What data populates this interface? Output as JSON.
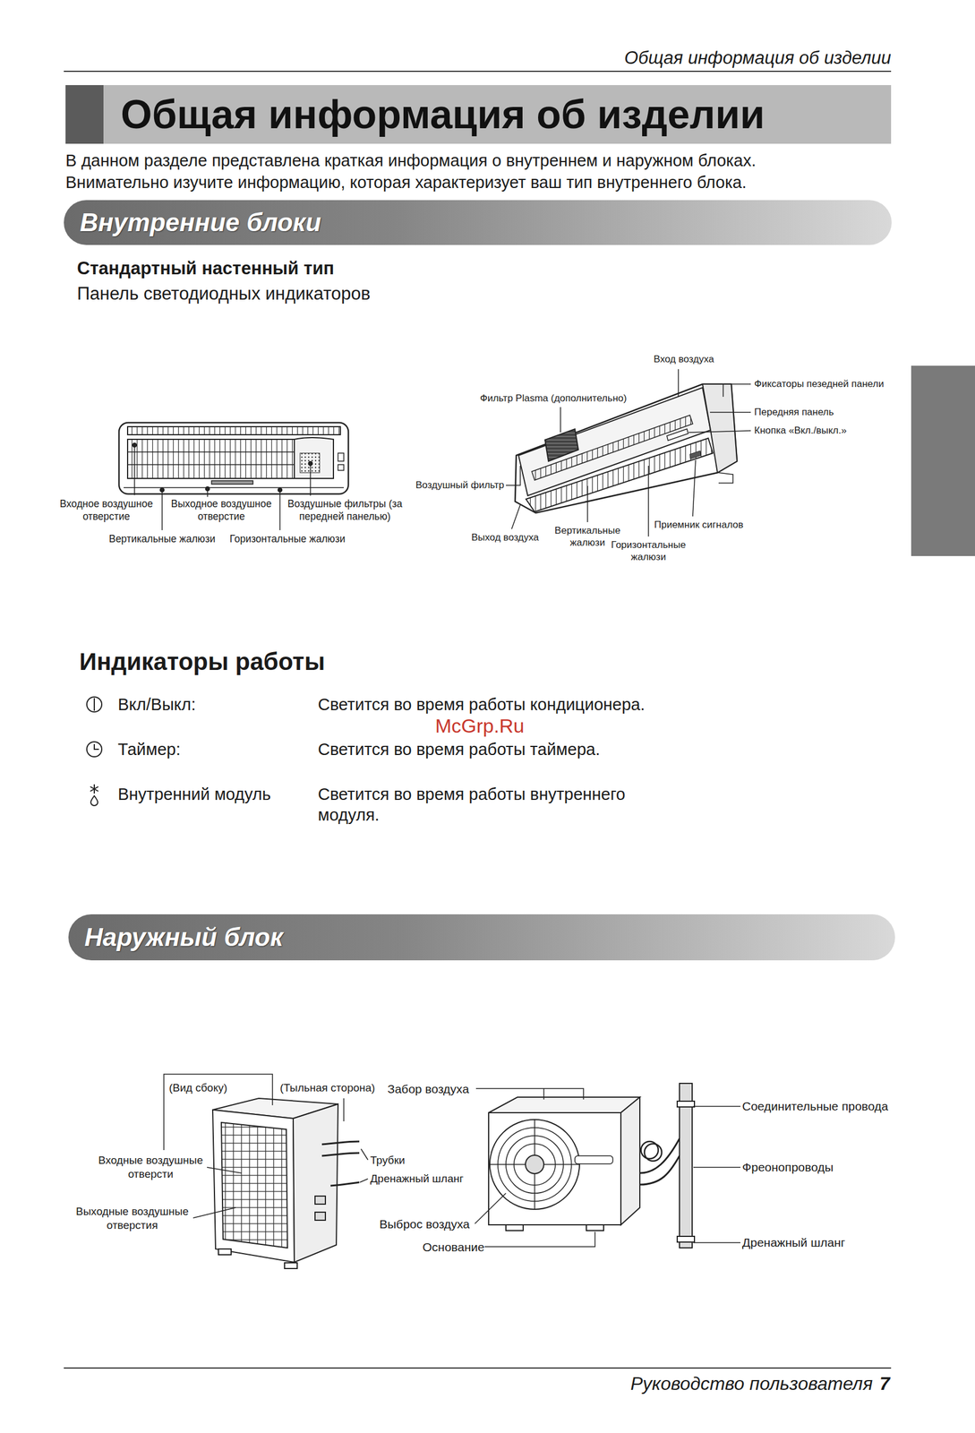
{
  "diagram": {
    "title": "Общая информация об изделии",
    "nodes": [
      {
        "text": [
          "Внутренние блоки"
        ]
      },
      {
        "text": [
          "Наружный блок"
        ]
      }
    ],
    "labels": [
      "Общая информация об изделии",
      "В данном разделе представлена краткая информация о внутреннем и наружном блоках.",
      "Внимательно изучите информацию, которая характеризует ваш тип внутреннего блока.",
      "Стандартный настенный тип",
      "Панель светодиодных индикаторов",
      "Входное воздушное отверстие",
      "Выходное воздушное отверстие",
      "Воздушные фильтры (за передней панелью)",
      "Вертикальные жалюзи",
      "Горизонтальные жалюзи",
      "Вход воздуха",
      "Фильтр Plasma (дополнительно)",
      "Фиксаторы пезедней панели",
      "Передняя панель",
      "Кнопка «Вкл./выкл.»",
      "Воздушный фильтр",
      "Выход воздуха",
      "Вертикальные жалюзи",
      "Горизонтальные жалюзи",
      "Приемник сигналов",
      "Индикаторы работы",
      "Вкл/Выкл:",
      "Светится во время работы кондиционера.",
      "Таймер:",
      "Светится во время работы таймера.",
      "Внутренний модуль",
      "Светится во время работы внутреннего модуля.",
      "McGrp.Ru",
      "(Вид сбоку)",
      "(Тыльная сторона)",
      "Входные воздушные отверсти",
      "Выходные воздушные отверстия",
      "Трубки",
      "Дренажный шланг",
      "Забор воздуха",
      "Выброс воздуха",
      "Основание",
      "Соединительные провода",
      "Фреонопроводы",
      "Дренажный шланг",
      "Руководство пользователя",
      "7"
    ]
  }
}
